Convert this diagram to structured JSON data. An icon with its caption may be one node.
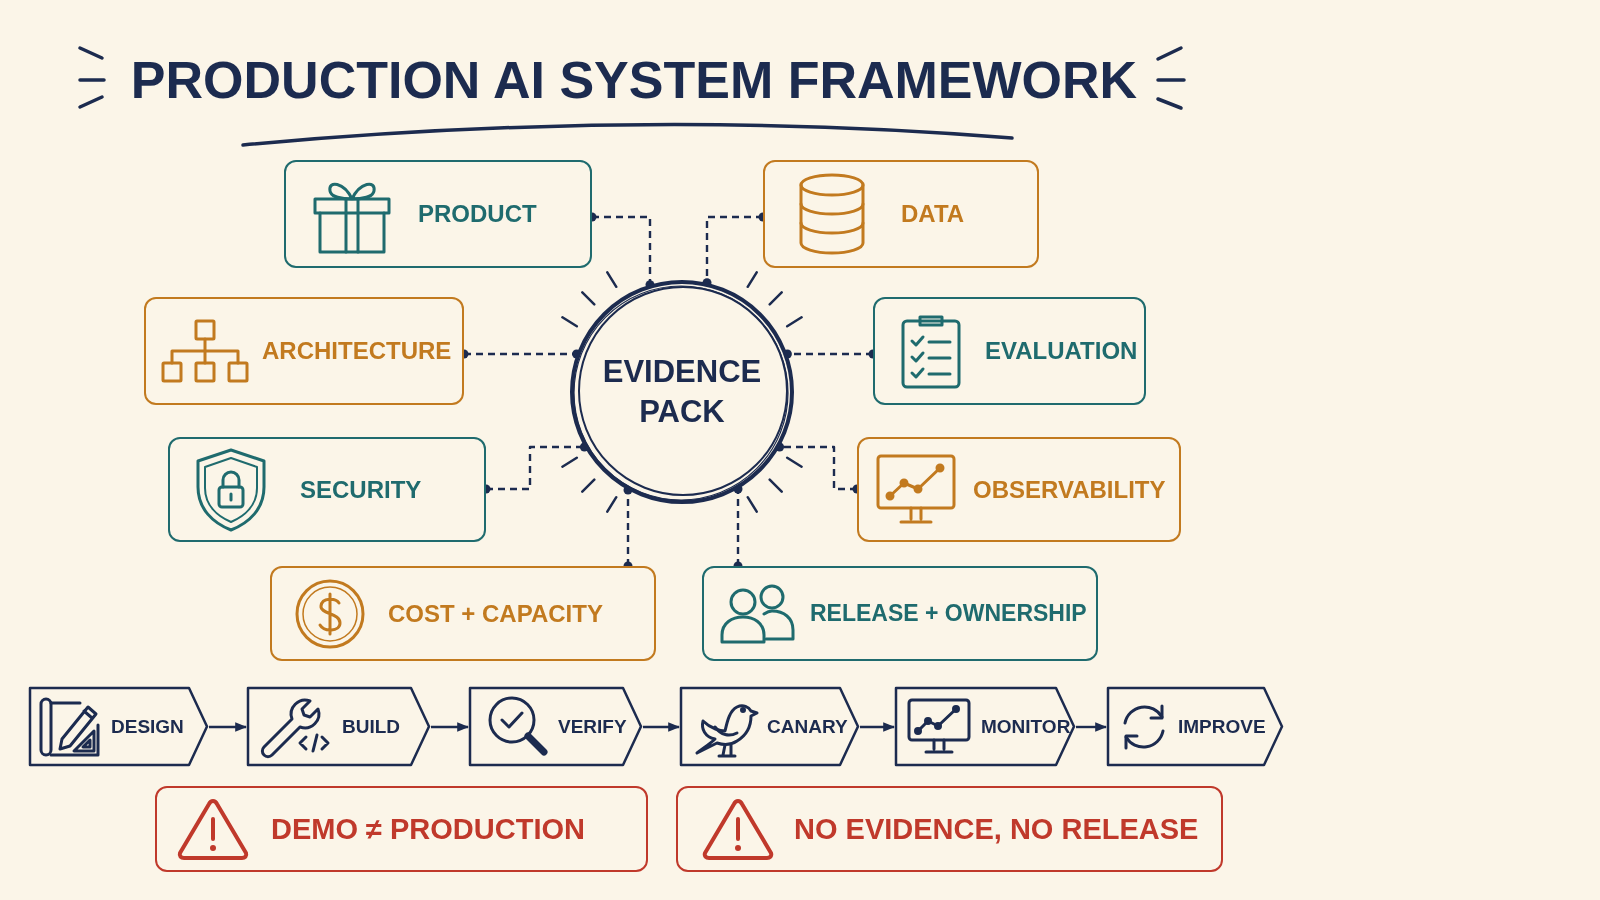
{
  "diagram": {
    "title": "PRODUCTION AI SYSTEM FRAMEWORK",
    "nodes": [
      {
        "text": [
          "PRODUCT"
        ]
      },
      {
        "text": [
          "DATA"
        ]
      },
      {
        "text": [
          "ARCHITECTURE"
        ]
      },
      {
        "text": [
          "EVIDENCE PACK"
        ]
      },
      {
        "text": [
          "EVALUATION"
        ]
      },
      {
        "text": [
          "SECURITY"
        ]
      },
      {
        "text": [
          "OBSERVABILITY"
        ]
      },
      {
        "text": [
          "COST + CAPACITY"
        ]
      },
      {
        "text": [
          "RELEASE + OWNERSHIP"
        ]
      },
      {
        "text": [
          "DESIGN"
        ]
      },
      {
        "text": [
          "BUILD"
        ]
      },
      {
        "text": [
          "VERIFY"
        ]
      },
      {
        "text": [
          "CANARY"
        ]
      },
      {
        "text": [
          "MONITOR"
        ]
      },
      {
        "text": [
          "IMPROVE"
        ]
      },
      {
        "text": [
          "DEMO ≠ PRODUCTION"
        ]
      },
      {
        "text": [
          "NO EVIDENCE, NO RELEASE"
        ]
      }
    ],
    "edges": [
      {
        "from": 0,
        "to": 3,
        "arrow": "other",
        "style": "dashed"
      },
      {
        "from": 1,
        "to": 3,
        "arrow": "other",
        "style": "dashed"
      },
      {
        "from": 2,
        "to": 3,
        "arrow": "other",
        "style": "dashed"
      },
      {
        "from": 4,
        "to": 3,
        "arrow": "other",
        "style": "dashed"
      },
      {
        "from": 5,
        "to": 3,
        "arrow": "other",
        "style": "dashed"
      },
      {
        "from": 6,
        "to": 3,
        "arrow": "other",
        "style": "dashed"
      },
      {
        "from": 7,
        "to": 3,
        "arrow": "other",
        "style": "dashed"
      },
      {
        "from": 8,
        "to": 3,
        "arrow": "other",
        "style": "dashed"
      },
      {
        "from": 9,
        "to": 10,
        "arrow": "to"
      },
      {
        "from": 10,
        "to": 11,
        "arrow": "to"
      },
      {
        "from": 11,
        "to": 12,
        "arrow": "to"
      },
      {
        "from": 12,
        "to": 13,
        "arrow": "to"
      },
      {
        "from": 13,
        "to": 14,
        "arrow": "to"
      }
    ]
  }
}
